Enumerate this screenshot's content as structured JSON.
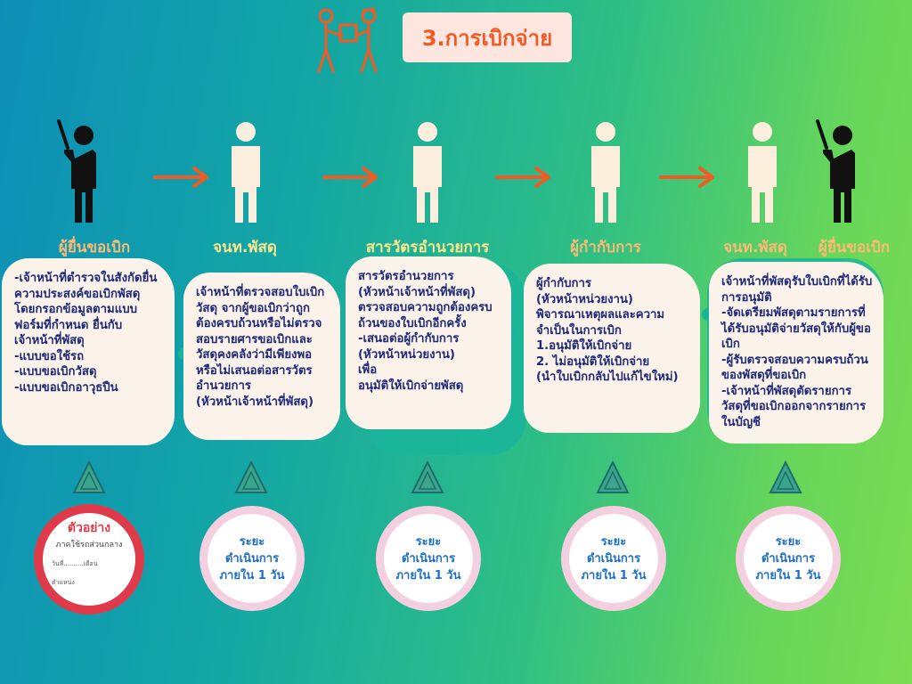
{
  "title": "3.การเบิกจ่าย",
  "colors": {
    "title_text": "#f15a24",
    "title_bg": "#fde6df",
    "arrow": "#f15a24",
    "card_text": "#1e2a78",
    "label_yellow": "#fde68a",
    "label_orange": "#fdba74",
    "badge_text": "#1d6fc8",
    "sample_red": "#e03b4a"
  },
  "roles": [
    "ผู้ยื่นขอเบิก",
    "จนท.พัสดุ",
    "สารวัตรอำนวยการ",
    "ผู้กำกับการ",
    "จนท.พัสดุ",
    "ผู้ยื่นขอเบิก"
  ],
  "cards": [
    "-เจ้าหน้าที่ตำรวจในสังกัดยื่นความประสงค์ขอเบิกพัสดุ โดยกรอกข้อมูลตามแบบฟอร์มที่กำหนด ยื่นกับ\nเจ้าหน้าที่พัสดุ\n-แบบขอใช้รถ\n-แบบขอเบิกวัสดุ\n-แบบขอเบิกอาวุธปืน",
    "เจ้าหน้าที่ตรวจสอบใบเบิกวัสดุ จากผู้ขอเบิกว่าถูกต้องครบถ้วนหรือไม่ตรวจสอบรายศารขอเบิกและวัสดุคงคลังว่ามีเพียงพอหรือไม่เสนอต่อสารวัตรอำนวยการ\n(หัวหน้าเจ้าหน้าที่พัสดุ)",
    "สารวัตรอำนวยการ\n(หัวหน้าเจ้าหน้าที่พัสดุ)\nตรวจสอบความถูกต้องครบถ้วนของใบเบิกอีกครั้ง\n-เสนอต่อผู้กำกับการ\n(หัวหน้าหน่วยงาน)\nเพื่อ\nอนุมัติให้เบิกจ่ายพัสดุ",
    "ผู้กำกับการ\n(หัวหน้าหน่วยงาน)\nพิจารณาเหตุผลและความจำเป็นในการเบิก\n1.อนุมัติให้เบิกจ่าย\n2. ไม่อนุมัติให้เบิกจ่าย\n(นำใบเบิกกลับไปแก้ไขใหม่)",
    "เจ้าหน้าที่พัสดุรับใบเบิกที่ได้รับการอนุมัติ\n-จัดเตรียมพัสดุตามรายการที่ได้รับอนุมัติจ่ายวัสดุให้กับผู้ขอเบิก\n-ผู้รับตรวจสอบความครบถ้วนของพัสดุที่ขอเบิก\n-เจ้าหน้าที่พัสดุตัดรายการวัสดุที่ขอเบิกออกจากรายการในบัญชี"
  ],
  "badge": {
    "line1": "ระยะ",
    "line2": "ดำเนินการ",
    "line3": "ภายใน 1 วัน"
  },
  "sample": {
    "title": "ตัวอย่าง",
    "subtitle": "ภาคใช้รถส่วนกลาง",
    "line_date": "วันที่..........เดือน",
    "line_position": "ตำแหน่ง"
  }
}
